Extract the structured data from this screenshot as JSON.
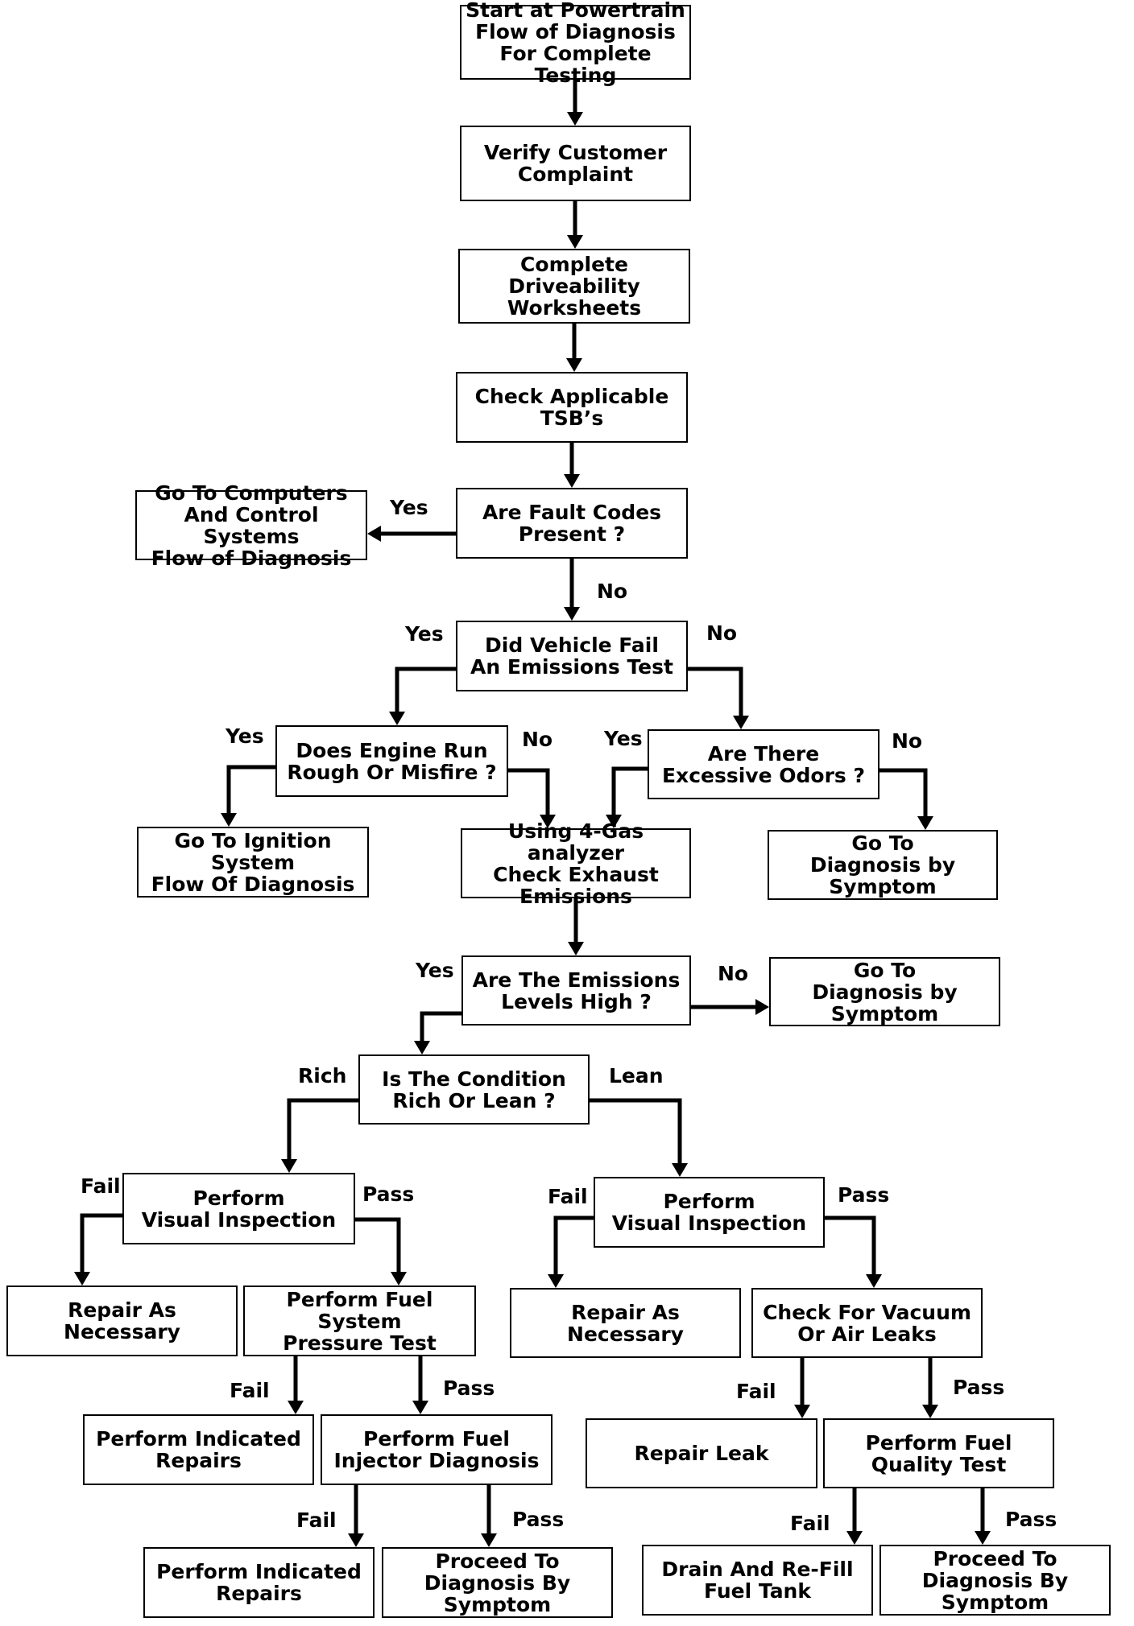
{
  "nodes": {
    "start": "Start at Powertrain\nFlow of Diagnosis\nFor Complete Testing",
    "verify": "Verify Customer\nComplaint",
    "worksheets": "Complete Driveability\nWorksheets",
    "tsb": "Check Applicable\nTSB’s",
    "faultcodes": "Are Fault Codes\nPresent ?",
    "computers": "Go To Computers\nAnd Control Systems\nFlow of Diagnosis",
    "emissions_test": "Did Vehicle Fail\nAn Emissions Test",
    "rough": "Does Engine Run\nRough Or Misfire ?",
    "odors": "Are There\nExcessive Odors ?",
    "ignition": "Go To Ignition\nSystem\nFlow Of Diagnosis",
    "gas_analyzer": "Using 4-Gas analyzer\nCheck Exhaust\nEmissions",
    "symptom1": "Go To\nDiagnosis by\nSymptom",
    "levels_high": "Are The Emissions\nLevels High ?",
    "symptom2": "Go To\nDiagnosis by\nSymptom",
    "rich_lean": "Is The Condition\nRich Or Lean ?",
    "visual_left": "Perform\nVisual Inspection",
    "visual_right": "Perform\nVisual Inspection",
    "repair_left": "Repair As Necessary",
    "fuel_pressure": "Perform Fuel System\nPressure Test",
    "repair_right": "Repair As Necessary",
    "vacuum": "Check For Vacuum\nOr Air Leaks",
    "indicated1": "Perform Indicated\nRepairs",
    "injector": "Perform Fuel\nInjector Diagnosis",
    "repair_leak": "Repair  Leak",
    "fuel_quality": "Perform Fuel\nQuality Test",
    "indicated2": "Perform Indicated\nRepairs",
    "proceed1": "Proceed To\nDiagnosis By\nSymptom",
    "drain": "Drain And Re-Fill\nFuel Tank",
    "proceed2": "Proceed To\nDiagnosis By\nSymptom"
  },
  "labels": {
    "fault_yes": "Yes",
    "fault_no": "No",
    "emis_yes": "Yes",
    "emis_no": "No",
    "rough_yes": "Yes",
    "rough_no": "No",
    "odor_yes": "Yes",
    "odor_no": "No",
    "levels_yes": "Yes",
    "levels_no": "No",
    "rich": "Rich",
    "lean": "Lean",
    "vl_fail": "Fail",
    "vl_pass": "Pass",
    "vr_fail": "Fail",
    "vr_pass": "Pass",
    "fp_fail": "Fail",
    "fp_pass": "Pass",
    "vac_fail": "Fail",
    "vac_pass": "Pass",
    "inj_fail": "Fail",
    "inj_pass": "Pass",
    "fq_fail": "Fail",
    "fq_pass": "Pass"
  }
}
